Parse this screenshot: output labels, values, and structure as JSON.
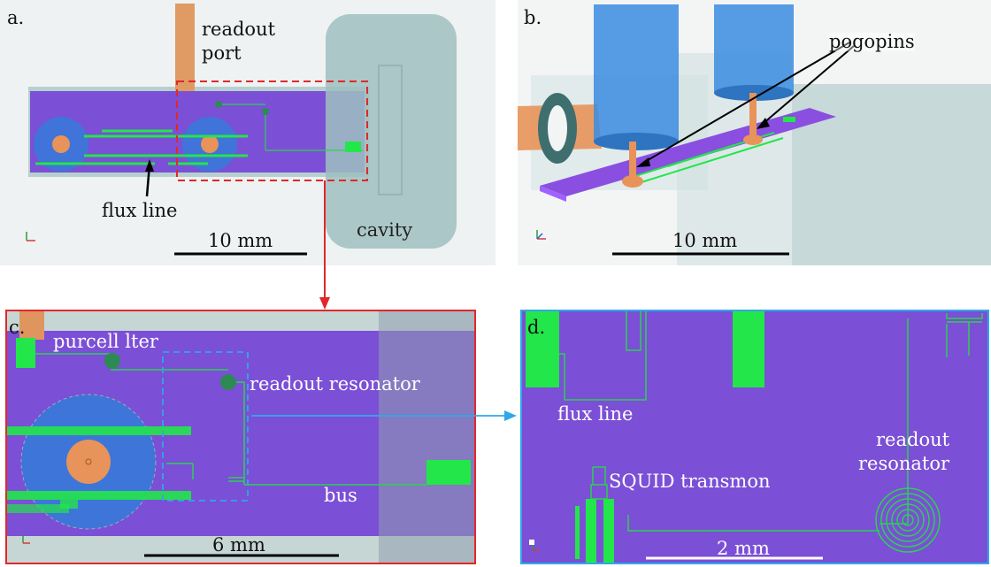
{
  "panels": {
    "a": {
      "letter": "a.",
      "readout_port": "readout\nport",
      "flux_line": "flux line",
      "cavity": "cavity",
      "scale": "10 mm"
    },
    "b": {
      "letter": "b.",
      "pogopins": "pogopins",
      "scale": "10 mm"
    },
    "c": {
      "letter": "c.",
      "purcell_filter": "purcell lter",
      "readout_resonator": "readout resonator",
      "bus": "bus",
      "scale": "6 mm"
    },
    "d": {
      "letter": "d.",
      "flux_line": "flux line",
      "squid_transmon": "SQUID transmon",
      "readout_resonator": "readout\nresonator",
      "scale": "2 mm"
    }
  },
  "colors": {
    "chip_purple": "#7b4fd6",
    "conductor_green": "#22e64a",
    "sapphire_blue": "#3a78d8",
    "copper": "#e8935a",
    "cavity_gray": "#9fbfbf",
    "highlight_red": "#e0282a",
    "highlight_cyan": "#2ea8e8"
  }
}
